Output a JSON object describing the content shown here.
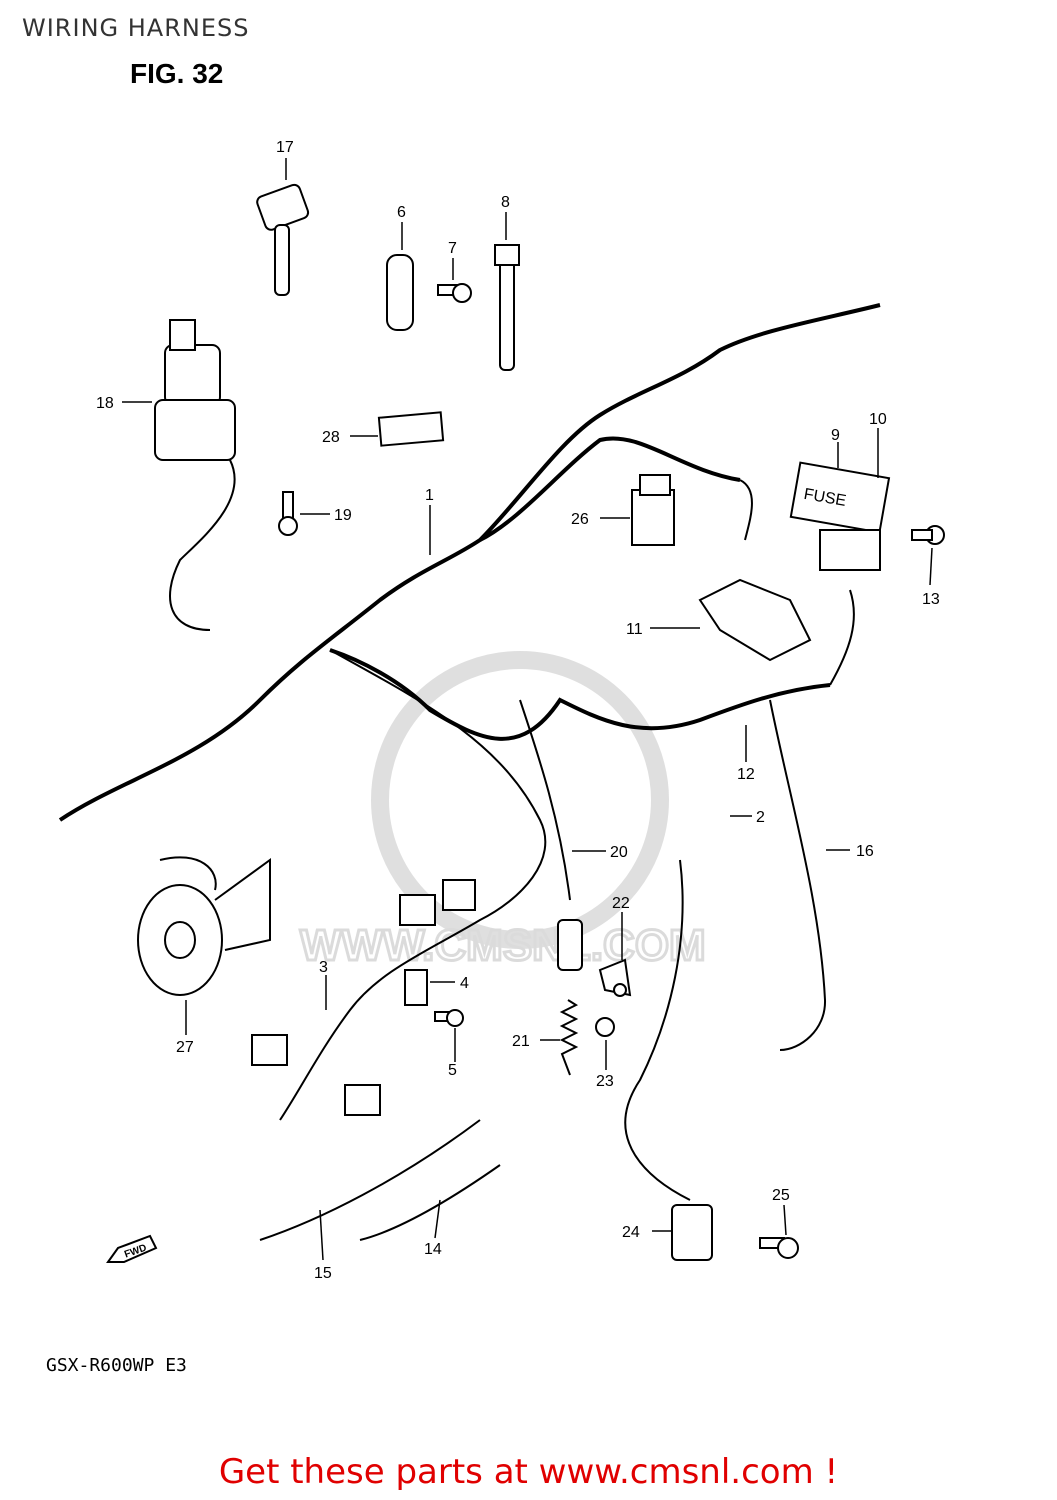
{
  "header_title": "WIRING HARNESS",
  "figure_label": "FIG. 32",
  "model_code": "GSX-R600WP E3",
  "watermark_text": "WWW.CMSNL.COM",
  "fwd_label": "FWD",
  "fuse_label": "FUSE",
  "promo_text": "Get these parts at www.cmsnl.com !",
  "colors": {
    "line": "#000000",
    "promo": "#e00000",
    "watermark": "#d8d8d8"
  },
  "callouts": [
    "1",
    "2",
    "3",
    "4",
    "5",
    "6",
    "7",
    "8",
    "9",
    "10",
    "11",
    "12",
    "13",
    "14",
    "15",
    "16",
    "17",
    "18",
    "19",
    "20",
    "21",
    "22",
    "23",
    "24",
    "25",
    "26",
    "27",
    "28"
  ]
}
